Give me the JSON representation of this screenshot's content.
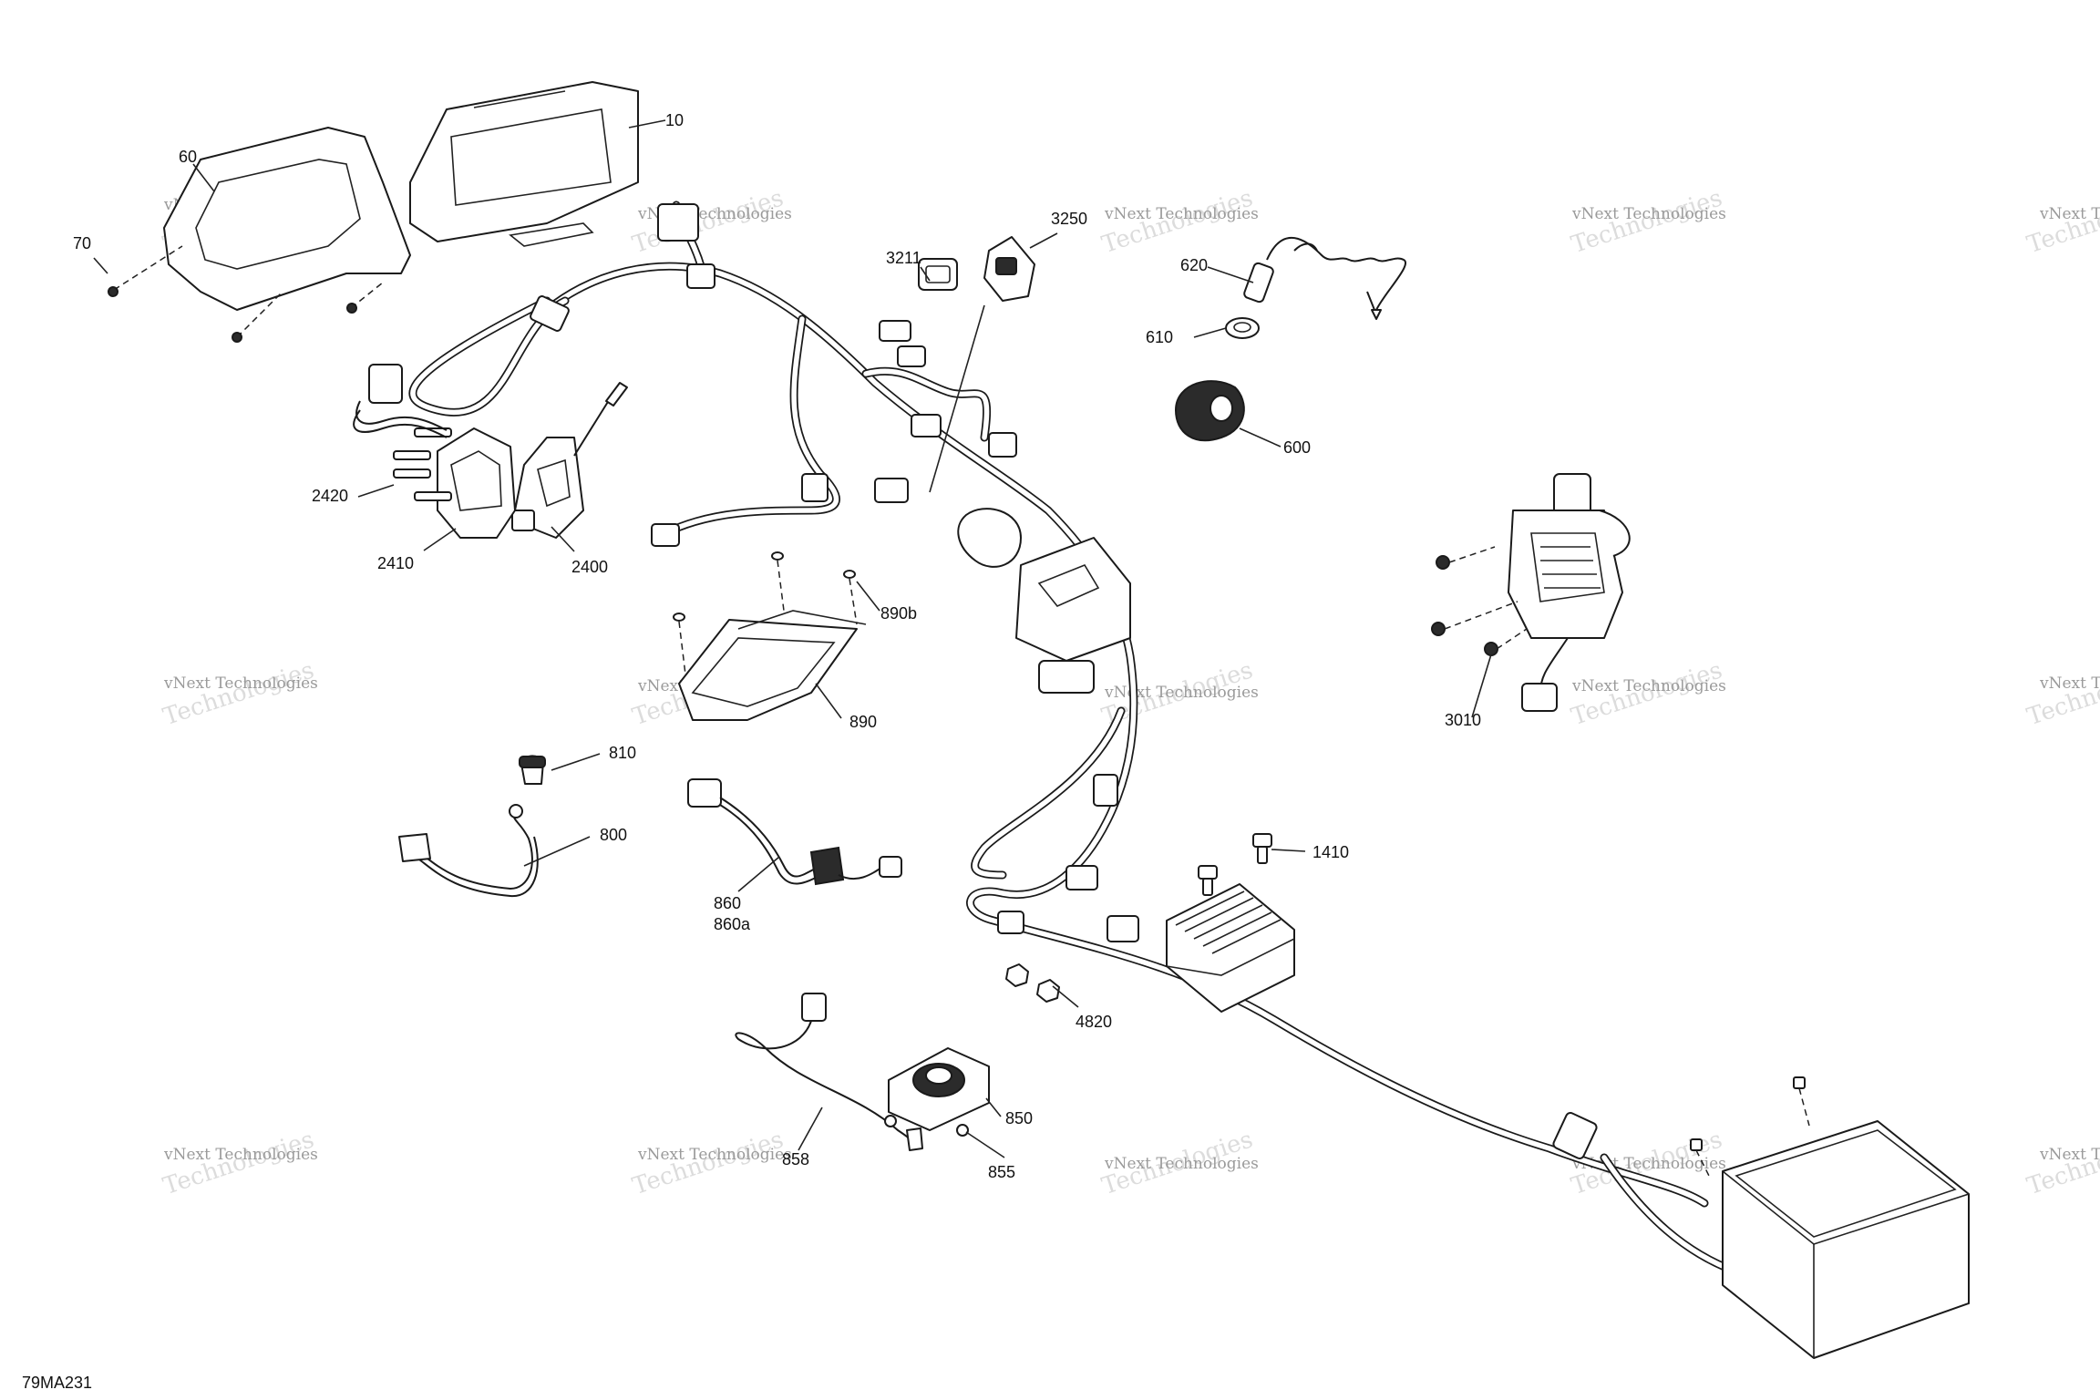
{
  "drawing_id": "79MA231",
  "watermark": {
    "line1": "vNext Technologies",
    "line2": "Technologies"
  },
  "callouts": {
    "c10": "10",
    "c60": "60",
    "c70": "70",
    "c3211": "3211",
    "c3250": "3250",
    "c620": "620",
    "c610": "610",
    "c600": "600",
    "c2420": "2420",
    "c2410": "2410",
    "c2400": "2400",
    "c890b": "890b",
    "c890": "890",
    "c3010": "3010",
    "c810": "810",
    "c800": "800",
    "c860": "860",
    "c860a": "860a",
    "c1410": "1410",
    "c4820": "4820",
    "c850": "850",
    "c855": "855",
    "c858": "858"
  }
}
